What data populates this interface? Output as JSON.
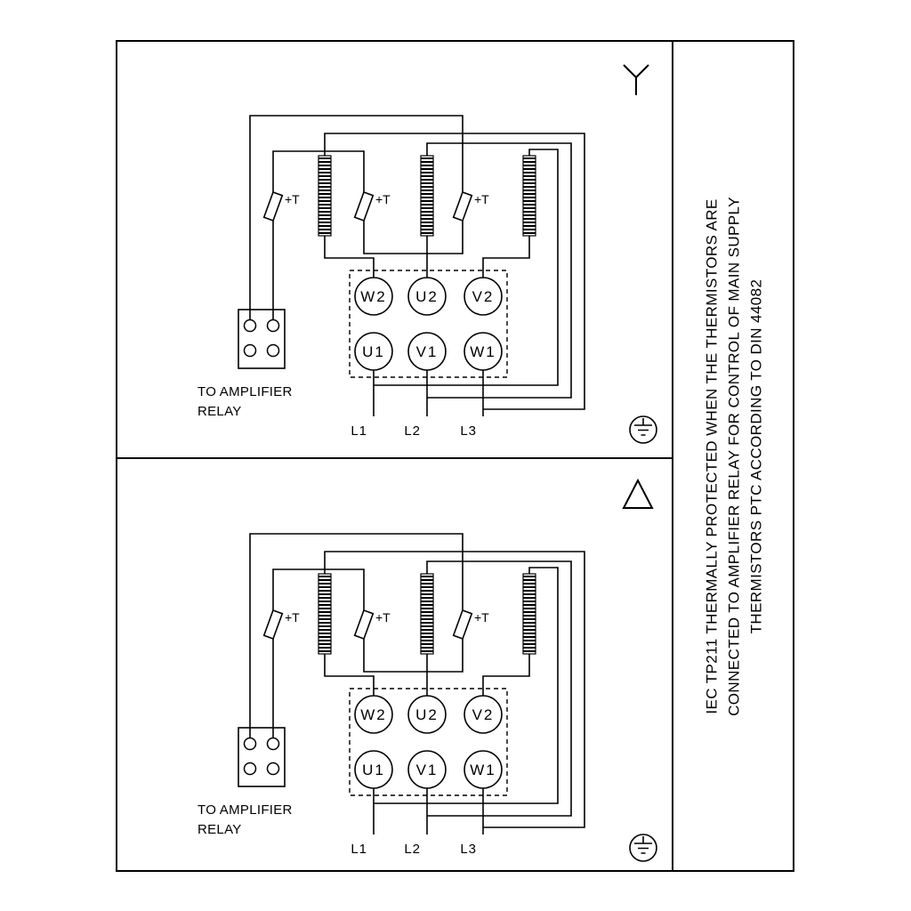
{
  "colors": {
    "ink": "#000000",
    "background": "#ffffff"
  },
  "star": {
    "symbol": "star",
    "terminals_top": [
      "W2",
      "U2",
      "V2"
    ],
    "terminals_bottom": [
      "U1",
      "V1",
      "W1"
    ],
    "thermistor_labels": [
      "+T",
      "+T",
      "+T"
    ],
    "relay_caption": [
      "TO AMPLIFIER",
      "RELAY"
    ],
    "supply_labels": [
      "L1",
      "L2",
      "L3"
    ]
  },
  "delta": {
    "symbol": "delta",
    "terminals_top": [
      "W2",
      "U2",
      "V2"
    ],
    "terminals_bottom": [
      "U1",
      "V1",
      "W1"
    ],
    "thermistor_labels": [
      "+T",
      "+T",
      "+T"
    ],
    "relay_caption": [
      "TO AMPLIFIER",
      "RELAY"
    ],
    "supply_labels": [
      "L1",
      "L2",
      "L3"
    ]
  },
  "side_note": {
    "lines": [
      "IEC TP211 THERMALLY PROTECTED WHEN THE THERMISTORS ARE",
      "CONNECTED TO AMPLIFIER RELAY FOR CONTROL OF MAIN SUPPLY",
      "THERMISTORS PTC ACCORDING TO DIN 44082"
    ]
  }
}
